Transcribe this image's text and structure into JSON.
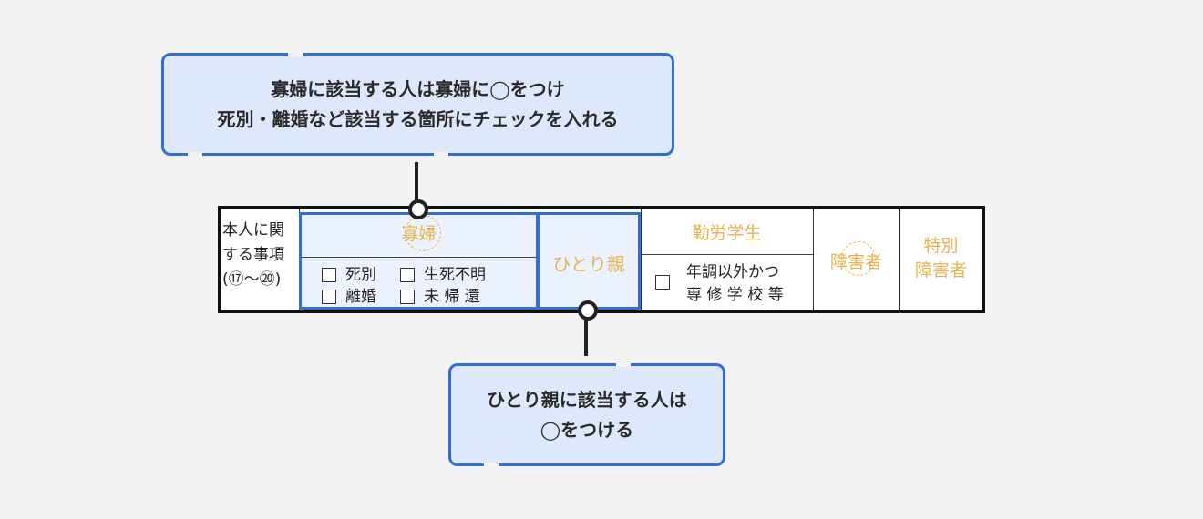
{
  "callout_top": {
    "line1": "寡婦に該当する人は寡婦に◯をつけ",
    "line2": "死別・離婚など該当する箇所にチェックを入れる"
  },
  "callout_bottom": {
    "line1": "ひとり親に該当する人は",
    "line2": "◯をつける"
  },
  "form": {
    "header": [
      "本人に関",
      "する事項",
      "(⑰〜⑳)"
    ],
    "widow": {
      "title": "寡婦",
      "options": [
        {
          "box": "☐",
          "label": "死別"
        },
        {
          "box": "☐",
          "label": "生死不明"
        },
        {
          "box": "☐",
          "label": "離婚"
        },
        {
          "box": "☐",
          "label": "未 帰 還"
        }
      ]
    },
    "single_parent": {
      "title": "ひとり親"
    },
    "working_student": {
      "title": "勤労学生",
      "option_line1": "年調以外かつ",
      "option_line2": "専 修 学 校 等"
    },
    "disabled": {
      "title": "障害者"
    },
    "special_disabled": {
      "title_line1": "特別",
      "title_line2": "障害者"
    }
  },
  "colors": {
    "accent": "#2f6de1",
    "callout_fill": "#dde8fb",
    "stamp_text": "#e9b24c",
    "background": "#f3f3f3"
  }
}
